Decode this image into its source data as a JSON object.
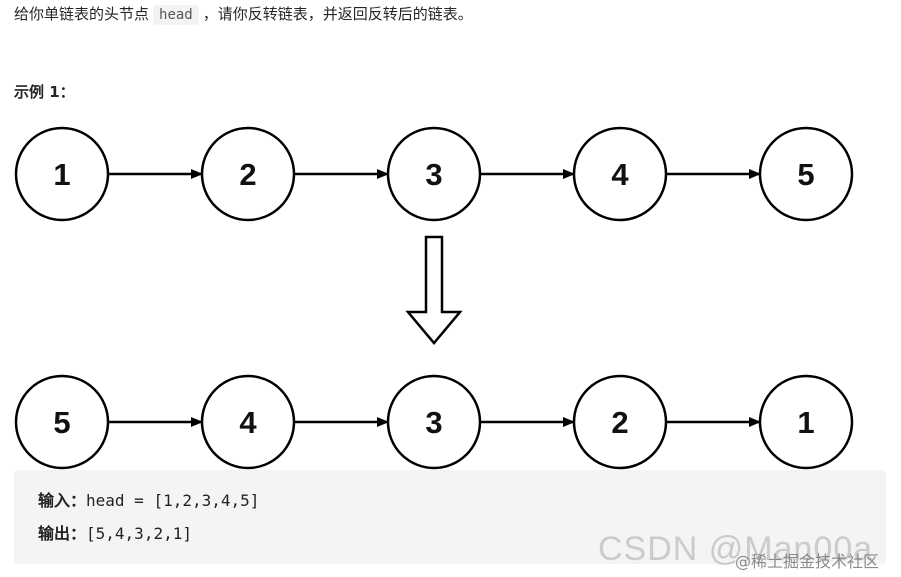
{
  "intro": {
    "before": "给你单链表的头节点",
    "code": "head",
    "after": "，请你反转链表，并返回反转后的链表。"
  },
  "example": {
    "title": "示例 1："
  },
  "diagram": {
    "original_list": [
      "1",
      "2",
      "3",
      "4",
      "5"
    ],
    "reversed_list": [
      "5",
      "4",
      "3",
      "2",
      "1"
    ],
    "transform_arrow": "down-arrow-icon"
  },
  "code_block": {
    "input_label": "输入：",
    "input_value": "head = [1,2,3,4,5]",
    "output_label": "输出：",
    "output_value": "[5,4,3,2,1]"
  },
  "watermarks": {
    "csdn": "CSDN @Man00a",
    "juejin": "@稀土掘金技术社区"
  }
}
